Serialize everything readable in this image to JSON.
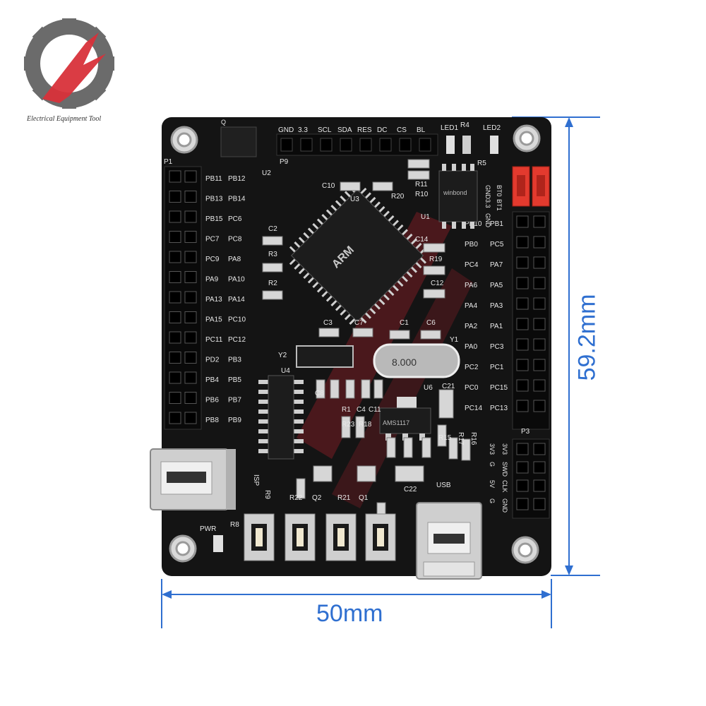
{
  "brand": {
    "name": "Electrical Equipment Tool",
    "logo_colors": {
      "gear": "#6b6b6b",
      "accent": "#d8323a"
    }
  },
  "dimensions": {
    "width_label": "50mm",
    "height_label": "59.2mm",
    "line_color": "#2f6fd0"
  },
  "board": {
    "color": "#141414",
    "top_header_labels": [
      "GND",
      "3.3",
      "SCL",
      "SDA",
      "RES",
      "DC",
      "CS",
      "BL"
    ],
    "top_labels": {
      "p9": "P9",
      "u2": "U2",
      "q": "Q",
      "led1": "LED1",
      "r4": "R4",
      "led2": "LED2",
      "r5": "R5"
    },
    "left_header_label": "P1",
    "left_pin_labels": [
      [
        "PB11",
        "PB12"
      ],
      [
        "PB13",
        "PB14"
      ],
      [
        "PB15",
        "PC6"
      ],
      [
        "PC7",
        "PC8"
      ],
      [
        "PC9",
        "PA8"
      ],
      [
        "PA9",
        "PA10"
      ],
      [
        "PA13",
        "PA14"
      ],
      [
        "PA15",
        "PC10"
      ],
      [
        "PC11",
        "PC12"
      ],
      [
        "PD2",
        "PB3"
      ],
      [
        "PB4",
        "PB5"
      ],
      [
        "PB6",
        "PB7"
      ],
      [
        "PB8",
        "PB9"
      ]
    ],
    "right_pin_labels": [
      [
        "PB10",
        "PB1"
      ],
      [
        "PB0",
        "PC5"
      ],
      [
        "PC4",
        "PA7"
      ],
      [
        "PA6",
        "PA5"
      ],
      [
        "PA4",
        "PA3"
      ],
      [
        "PA2",
        "PA1"
      ],
      [
        "PA0",
        "PC3"
      ],
      [
        "PC2",
        "PC1"
      ],
      [
        "PC0",
        "PC15"
      ],
      [
        "PC14",
        "PC13"
      ]
    ],
    "boot_labels": [
      "GND",
      "BT0",
      "3.3",
      "BT1",
      "GND"
    ],
    "component_labels": {
      "c10": "C10",
      "r20": "R20",
      "r11": "R11",
      "r10": "R10",
      "u3": "U3",
      "u1": "U1",
      "c2": "C2",
      "r3": "R3",
      "r2": "R2",
      "c14": "C14",
      "r19": "R19",
      "c12": "C12",
      "c3": "C3",
      "c7": "C7",
      "c1": "C1",
      "c6": "C6",
      "y1": "Y1",
      "y2": "Y2",
      "u4": "U4",
      "u6": "U6",
      "c21": "C21",
      "c8": "C8",
      "r1": "R1",
      "c4": "C4",
      "c11": "C11",
      "r23": "R23",
      "r18": "R18",
      "r15": "R15",
      "r17": "R17",
      "r16": "R16",
      "c22": "C22",
      "r22": "R22",
      "q2": "Q2",
      "r21": "R21",
      "q1": "Q1",
      "r9": "R9",
      "r8": "R8",
      "pwr": "PWR",
      "isp": "ISP",
      "p3": "P3",
      "usb": "USB"
    },
    "chip_marking_main": "ARM",
    "crystal_marking": "8.000",
    "flash_marking": "winbond",
    "regulator_marking": "AMS1117",
    "swd_labels": {
      "row1": [
        "3V3",
        "SWD",
        "CLK",
        "GND"
      ],
      "row2": [
        "3V3",
        "G",
        "5V",
        "G"
      ]
    }
  }
}
